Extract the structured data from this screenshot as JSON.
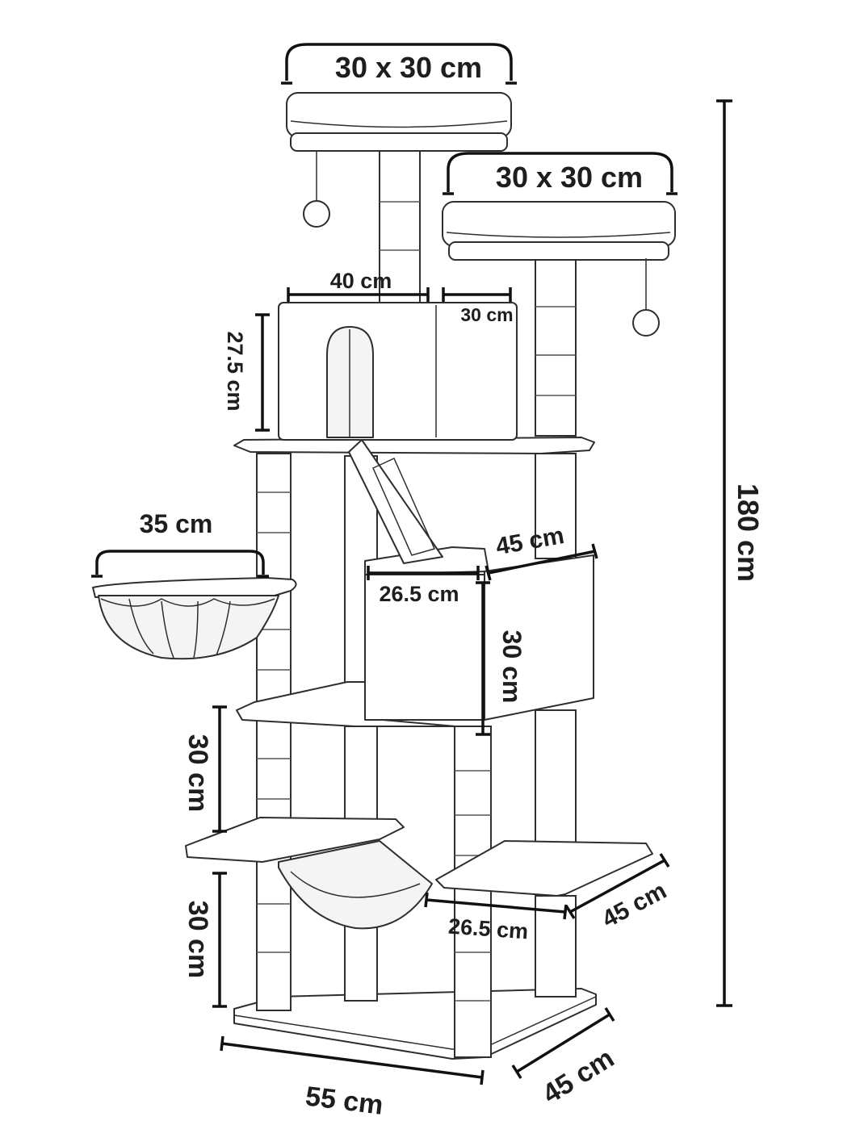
{
  "diagram": {
    "dimensions": {
      "top_perch": "30 x 30 cm",
      "second_perch": "30 x 30 cm",
      "condo_width": "40 cm",
      "condo_depth": "30 cm",
      "condo_height": "27.5 cm",
      "basket_width": "35 cm",
      "box_depth": "45 cm",
      "box_width": "26.5 cm",
      "box_height": "30 cm",
      "total_height": "180 cm",
      "level_gap_upper": "30 cm",
      "level_gap_lower": "30 cm",
      "platform_depth": "45 cm",
      "platform_width": "26.5 cm",
      "base_width": "55 cm",
      "base_depth": "45 cm"
    },
    "colors": {
      "line": "#2e2e2e",
      "text": "#1e1e1e",
      "background": "#ffffff"
    }
  }
}
